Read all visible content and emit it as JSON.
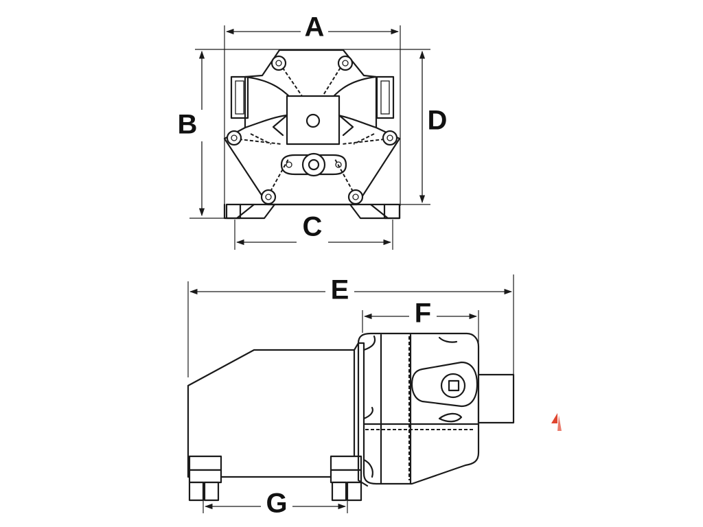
{
  "diagram": {
    "dimension_labels": {
      "a": "A",
      "b": "B",
      "c": "C",
      "d": "D",
      "e": "E",
      "f": "F",
      "g": "G"
    },
    "colors": {
      "line": "#1a1a1a",
      "background": "#ffffff",
      "watermark": "#e0452f"
    },
    "watermark_icon": "sail-logo-icon"
  }
}
